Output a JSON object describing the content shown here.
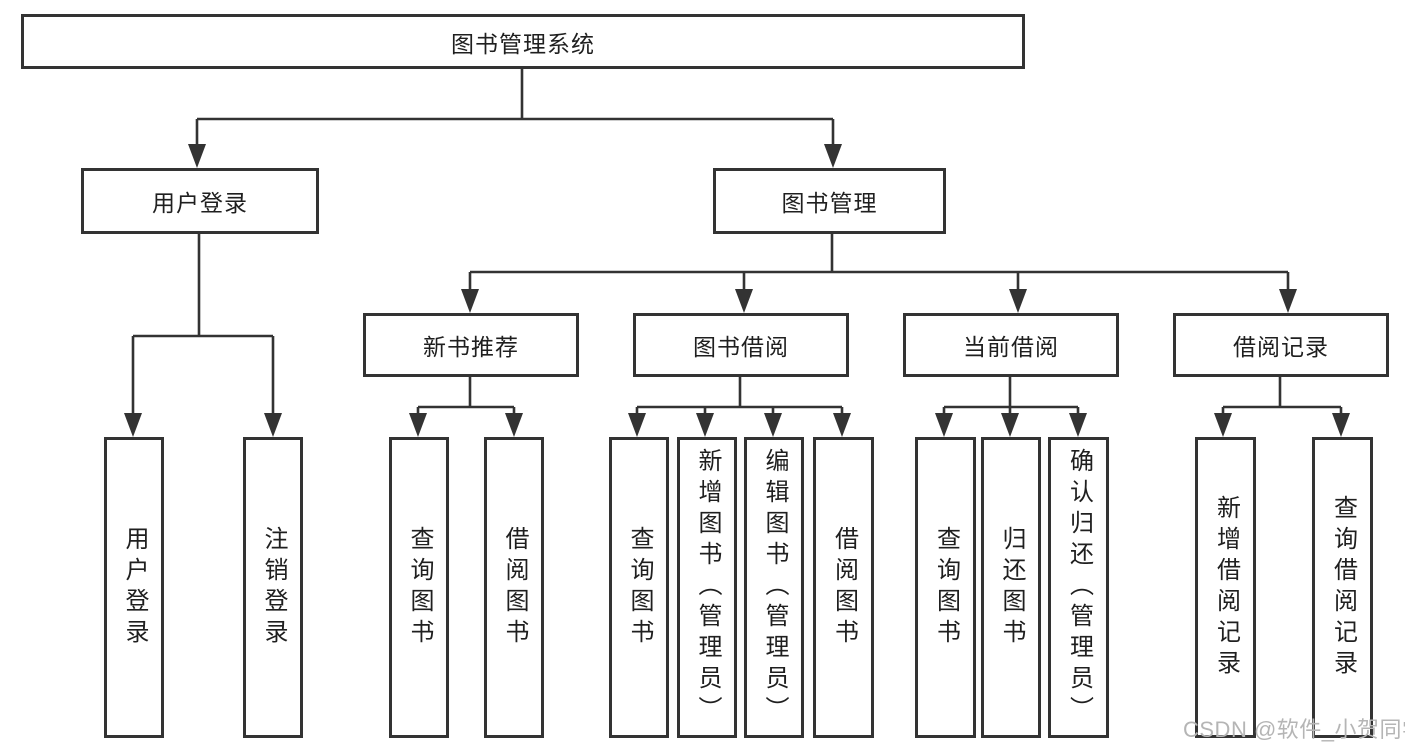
{
  "diagram": {
    "root": {
      "label": "图书管理系统",
      "children": [
        {
          "label": "用户登录",
          "children": [
            {
              "label": "用户登录"
            },
            {
              "label": "注销登录"
            }
          ]
        },
        {
          "label": "图书管理",
          "children": [
            {
              "label": "新书推荐",
              "children": [
                {
                  "label": "查询图书"
                },
                {
                  "label": "借阅图书"
                }
              ]
            },
            {
              "label": "图书借阅",
              "children": [
                {
                  "label": "查询图书"
                },
                {
                  "label": "新增图书（管理员）"
                },
                {
                  "label": "编辑图书（管理员）"
                },
                {
                  "label": "借阅图书"
                }
              ]
            },
            {
              "label": "当前借阅",
              "children": [
                {
                  "label": "查询图书"
                },
                {
                  "label": "归还图书"
                },
                {
                  "label": "确认归还（管理员）"
                }
              ]
            },
            {
              "label": "借阅记录",
              "children": [
                {
                  "label": "新增借阅记录"
                },
                {
                  "label": "查询借阅记录"
                }
              ]
            }
          ]
        }
      ]
    },
    "line_color": "#333333",
    "text_color": "#1f1f1f"
  },
  "watermark": "CSDN @软件_小贺同学"
}
